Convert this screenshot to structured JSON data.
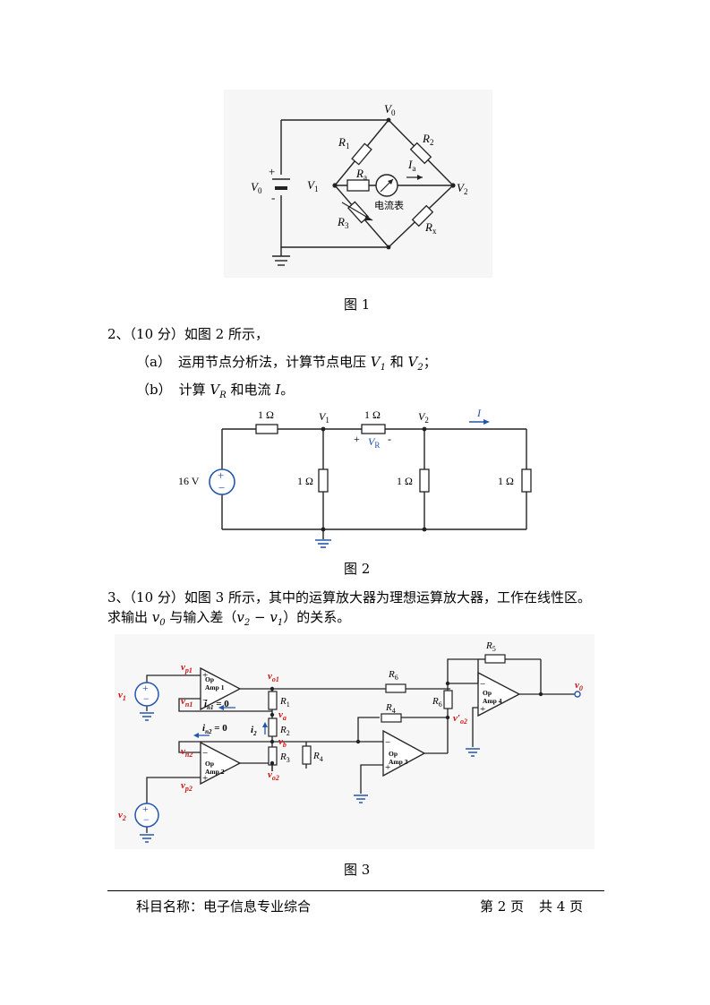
{
  "figure1": {
    "caption": "图 1",
    "labels": {
      "v0_top": "V",
      "v0_top_sub": "0",
      "v0_src": "V",
      "v0_src_sub": "0",
      "plus": "+",
      "minus": "-",
      "v1": "V",
      "v1_sub": "1",
      "v2": "V",
      "v2_sub": "2",
      "r1": "R",
      "r1_sub": "1",
      "r2": "R",
      "r2_sub": "2",
      "r3": "R",
      "r3_sub": "3",
      "ra": "R",
      "ra_sub": "a",
      "rx": "R",
      "rx_sub": "x",
      "ia": "I",
      "ia_sub": "a",
      "ammeter": "电流表"
    }
  },
  "question2": {
    "title": "2、（10 分）如图 2 所示，",
    "part_a_prefix": "（a）",
    "part_a_text": "运用节点分析法，计算节点电压 ",
    "part_a_v1": "V",
    "part_a_v1_sub": "1",
    "part_a_and": " 和 ",
    "part_a_v2": "V",
    "part_a_v2_sub": "2",
    "part_a_end": "；",
    "part_b_prefix": "（b）",
    "part_b_text": "计算 ",
    "part_b_vr": "V",
    "part_b_vr_sub": "R",
    "part_b_mid": " 和电流 ",
    "part_b_i": "I",
    "part_b_end": "。"
  },
  "figure2": {
    "caption": "图 2",
    "labels": {
      "r_top1": "1 Ω",
      "r_top2": "1 Ω",
      "r_shunt1": "1 Ω",
      "r_shunt2": "1 Ω",
      "r_shunt3": "1 Ω",
      "source": "16 V",
      "v1": "V",
      "v1_sub": "1",
      "v2": "V",
      "v2_sub": "2",
      "vr": "V",
      "vr_sub": "R",
      "vr_plus": "+",
      "vr_minus": "-",
      "current": "I",
      "src_plus": "+",
      "src_minus": "−"
    }
  },
  "question3": {
    "line1": "3、（10 分）如图 3 所示，其中的运算放大器为理想运算放大器，工作在线性区。",
    "line2_a": "求输出 ",
    "line2_v0": "v",
    "line2_v0_sub": "0",
    "line2_b": " 与输入差（",
    "line2_v2": "v",
    "line2_v2_sub": "2",
    "line2_minus": " − ",
    "line2_v1": "v",
    "line2_v1_sub": "1",
    "line2_c": "）的关系。"
  },
  "figure3": {
    "caption": "图 3",
    "labels": {
      "v1": "v",
      "v1_sub": "1",
      "v2": "v",
      "v2_sub": "2",
      "vp1": "v",
      "vp1_sub": "p1",
      "vn1": "v",
      "vn1_sub": "n1",
      "vp2": "v",
      "vp2_sub": "p2",
      "vn2": "v",
      "vn2_sub": "n2",
      "vo1": "v",
      "vo1_sub": "o1",
      "vo2": "v",
      "vo2_sub": "o2",
      "vo2p": "v′",
      "vo2p_sub": "o2",
      "va": "v",
      "va_sub": "a",
      "vb": "v",
      "vb_sub": "b",
      "v0": "v",
      "v0_sub": "0",
      "in1": "i",
      "in1_sub": "n1",
      "in1_eq": " = 0",
      "in2": "i",
      "in2_sub": "n2",
      "in2_eq": " = 0",
      "i2": "i",
      "i2_sub": "2",
      "r1": "R",
      "r1_sub": "1",
      "r2": "R",
      "r2_sub": "2",
      "r3": "R",
      "r3_sub": "3",
      "r4a": "R",
      "r4a_sub": "4",
      "r4b": "R",
      "r4b_sub": "4",
      "r5": "R",
      "r5_sub": "5",
      "r6a": "R",
      "r6a_sub": "6",
      "r6b": "R",
      "r6b_sub": "6",
      "op1": "Op",
      "op1_b": "Amp 1",
      "op2": "Op",
      "op2_b": "Amp 2",
      "op3": "Op",
      "op3_b": "Amp 3",
      "op4": "Op",
      "op4_b": "Amp 4",
      "plus": "+",
      "minus": "−"
    }
  },
  "footer": {
    "subject": "科目名称：电子信息专业综合",
    "page": "第 2 页",
    "total": "共 4 页"
  }
}
